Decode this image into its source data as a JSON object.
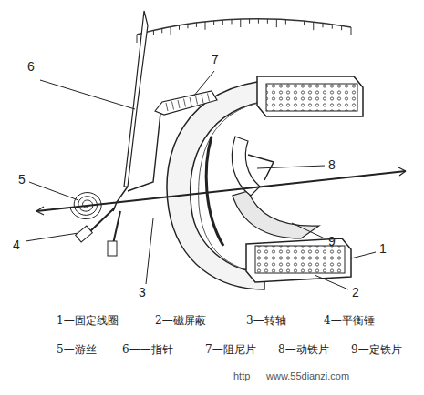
{
  "diagram": {
    "labels": [
      "6",
      "7",
      "8",
      "5",
      "9",
      "4",
      "1",
      "3",
      "2",
      "1—固定线圈",
      "2—磁屏蔽",
      "3—转轴",
      "4—平衡锤",
      "5—游丝",
      "6——指针",
      "7—阻尼片",
      "8—动铁片",
      "9—定铁片",
      "http",
      "www.55dianzi.com"
    ]
  }
}
